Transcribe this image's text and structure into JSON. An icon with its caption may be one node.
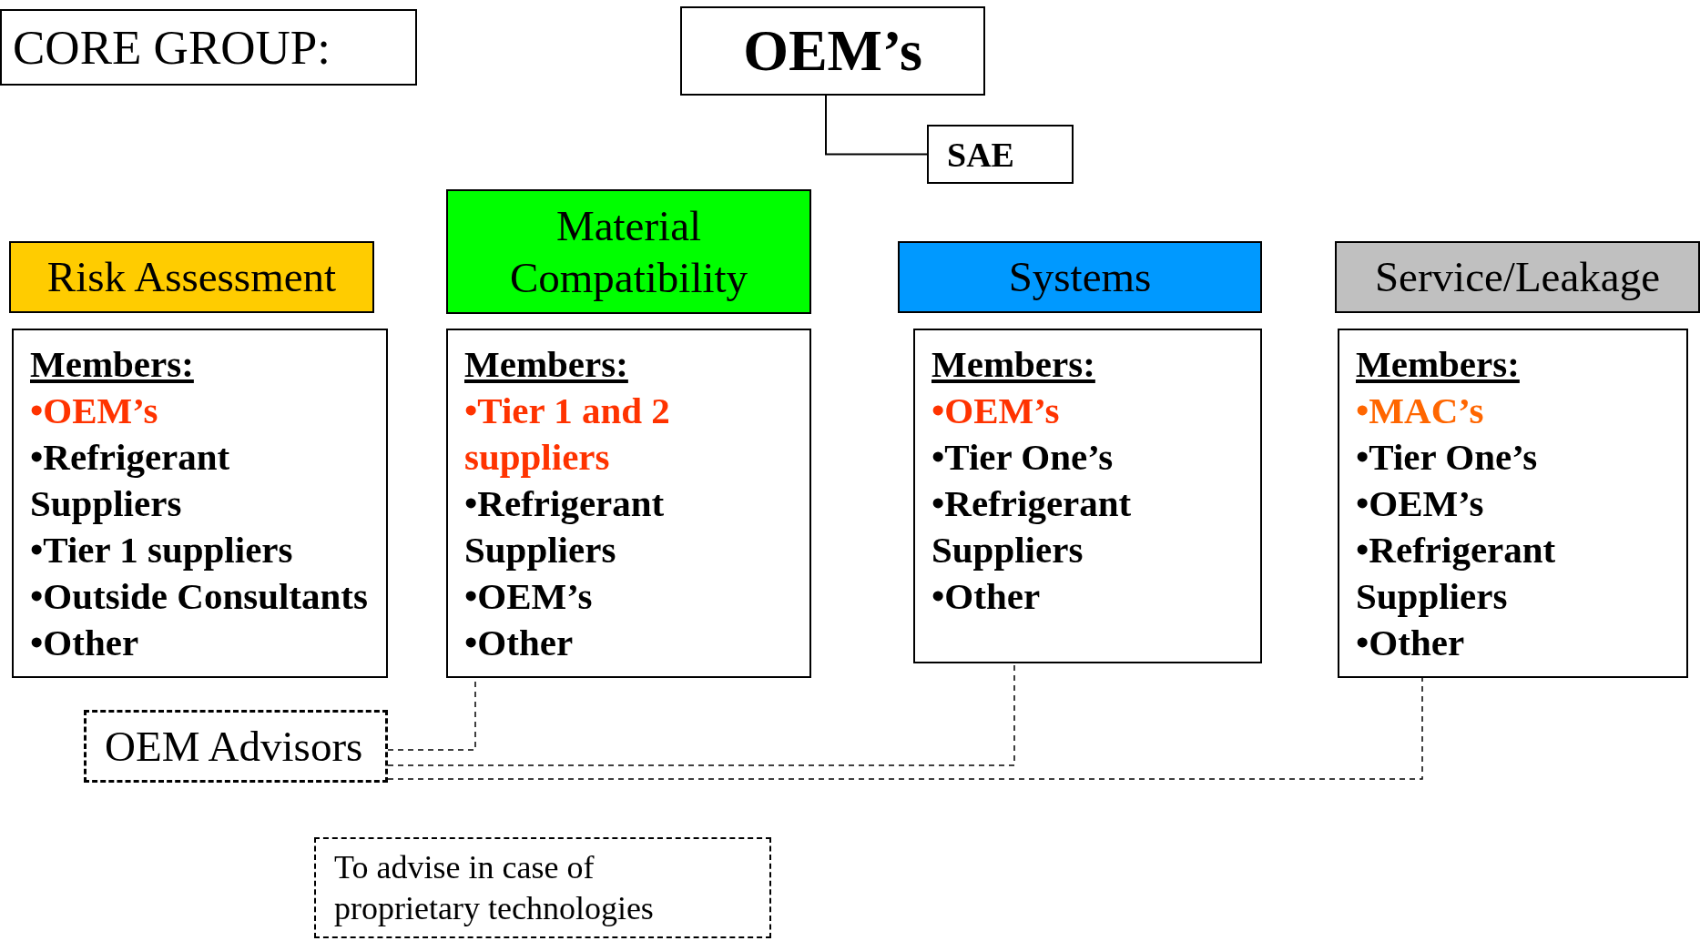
{
  "diagram": {
    "nodes": [
      {
        "text": [
          "CORE GROUP:"
        ]
      },
      {
        "text": [
          "OEM’s"
        ]
      },
      {
        "text": [
          "SAE"
        ]
      },
      {
        "text": [
          "Risk Assessment"
        ]
      },
      {
        "text": [
          "Members:",
          "•OEM’s",
          "•Refrigerant Suppliers",
          "•Tier 1 suppliers",
          "•Outside Consultants",
          "•Other"
        ]
      },
      {
        "text": [
          "Material Compatibility"
        ]
      },
      {
        "text": [
          "Members:",
          "•Tier 1 and 2 suppliers",
          "•Refrigerant Suppliers",
          "•OEM’s",
          "•Other"
        ]
      },
      {
        "text": [
          "Systems"
        ]
      },
      {
        "text": [
          "Members:",
          "•OEM’s",
          "•Tier One’s",
          "•Refrigerant Suppliers",
          "•Other"
        ]
      },
      {
        "text": [
          "Service/Leakage"
        ]
      },
      {
        "text": [
          "Members:",
          "•MAC’s",
          "•Tier One’s",
          "•OEM’s",
          "•Refrigerant Suppliers",
          "•Other"
        ]
      },
      {
        "text": [
          "OEM Advisors"
        ]
      },
      {
        "text": [
          "To advise in case of proprietary technologies"
        ]
      }
    ],
    "edges": [
      {
        "from": 1,
        "to": 2,
        "arrow": "none"
      },
      {
        "from": 11,
        "to": 6,
        "arrow": "none",
        "style": "dashed"
      },
      {
        "from": 11,
        "to": 8,
        "arrow": "none",
        "style": "dashed"
      },
      {
        "from": 11,
        "to": 10,
        "arrow": "none",
        "style": "dashed"
      }
    ]
  }
}
